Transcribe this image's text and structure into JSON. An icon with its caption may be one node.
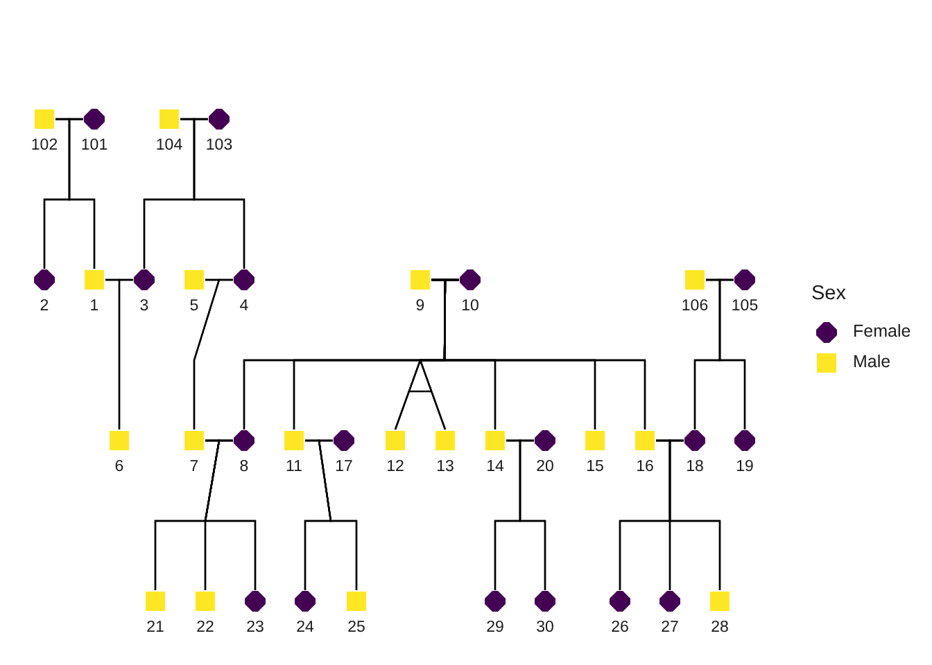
{
  "diagram": {
    "nodes": [
      {
        "text": [
          "102"
        ]
      },
      {
        "text": [
          "101"
        ]
      },
      {
        "text": [
          "104"
        ]
      },
      {
        "text": [
          "103"
        ]
      },
      {
        "text": [
          "2"
        ]
      },
      {
        "text": [
          "1"
        ]
      },
      {
        "text": [
          "3"
        ]
      },
      {
        "text": [
          "5"
        ]
      },
      {
        "text": [
          "4"
        ]
      },
      {
        "text": [
          "9"
        ]
      },
      {
        "text": [
          "10"
        ]
      },
      {
        "text": [
          "106"
        ]
      },
      {
        "text": [
          "105"
        ]
      },
      {
        "text": [
          "6"
        ]
      },
      {
        "text": [
          "7"
        ]
      },
      {
        "text": [
          "8"
        ]
      },
      {
        "text": [
          "11"
        ]
      },
      {
        "text": [
          "17"
        ]
      },
      {
        "text": [
          "12"
        ]
      },
      {
        "text": [
          "13"
        ]
      },
      {
        "text": [
          "14"
        ]
      },
      {
        "text": [
          "20"
        ]
      },
      {
        "text": [
          "15"
        ]
      },
      {
        "text": [
          "16"
        ]
      },
      {
        "text": [
          "18"
        ]
      },
      {
        "text": [
          "19"
        ]
      },
      {
        "text": [
          "21"
        ]
      },
      {
        "text": [
          "22"
        ]
      },
      {
        "text": [
          "23"
        ]
      },
      {
        "text": [
          "24"
        ]
      },
      {
        "text": [
          "25"
        ]
      },
      {
        "text": [
          "29"
        ]
      },
      {
        "text": [
          "30"
        ]
      },
      {
        "text": [
          "26"
        ]
      },
      {
        "text": [
          "27"
        ]
      },
      {
        "text": [
          "28"
        ]
      }
    ],
    "edges": [
      {
        "from": 0,
        "to": 1,
        "arrow": "none"
      },
      {
        "from": 2,
        "to": 3,
        "arrow": "none"
      },
      {
        "from": 5,
        "to": 6,
        "arrow": "none"
      },
      {
        "from": 7,
        "to": 8,
        "arrow": "none"
      },
      {
        "from": 9,
        "to": 10,
        "arrow": "none"
      },
      {
        "from": 11,
        "to": 12,
        "arrow": "none"
      },
      {
        "from": 14,
        "to": 15,
        "arrow": "none"
      },
      {
        "from": 16,
        "to": 17,
        "arrow": "none"
      },
      {
        "from": 20,
        "to": 21,
        "arrow": "none"
      },
      {
        "from": 23,
        "to": 24,
        "arrow": "none"
      },
      {
        "from": 0,
        "to": 4,
        "arrow": "none"
      },
      {
        "from": 1,
        "to": 4,
        "arrow": "none"
      },
      {
        "from": 0,
        "to": 5,
        "arrow": "none"
      },
      {
        "from": 1,
        "to": 5,
        "arrow": "none"
      },
      {
        "from": 2,
        "to": 6,
        "arrow": "none"
      },
      {
        "from": 3,
        "to": 6,
        "arrow": "none"
      },
      {
        "from": 2,
        "to": 8,
        "arrow": "none"
      },
      {
        "from": 3,
        "to": 8,
        "arrow": "none"
      },
      {
        "from": 5,
        "to": 13,
        "arrow": "none"
      },
      {
        "from": 6,
        "to": 13,
        "arrow": "none"
      },
      {
        "from": 7,
        "to": 14,
        "arrow": "none"
      },
      {
        "from": 8,
        "to": 14,
        "arrow": "none"
      },
      {
        "from": 9,
        "to": 15,
        "arrow": "none"
      },
      {
        "from": 10,
        "to": 15,
        "arrow": "none"
      },
      {
        "from": 9,
        "to": 16,
        "arrow": "none"
      },
      {
        "from": 10,
        "to": 16,
        "arrow": "none"
      },
      {
        "from": 9,
        "to": 18,
        "arrow": "none"
      },
      {
        "from": 10,
        "to": 18,
        "arrow": "none"
      },
      {
        "from": 9,
        "to": 19,
        "arrow": "none"
      },
      {
        "from": 10,
        "to": 19,
        "arrow": "none"
      },
      {
        "from": 9,
        "to": 20,
        "arrow": "none"
      },
      {
        "from": 10,
        "to": 20,
        "arrow": "none"
      },
      {
        "from": 9,
        "to": 22,
        "arrow": "none"
      },
      {
        "from": 10,
        "to": 22,
        "arrow": "none"
      },
      {
        "from": 9,
        "to": 23,
        "arrow": "none"
      },
      {
        "from": 10,
        "to": 23,
        "arrow": "none"
      },
      {
        "from": 11,
        "to": 24,
        "arrow": "none"
      },
      {
        "from": 12,
        "to": 24,
        "arrow": "none"
      },
      {
        "from": 11,
        "to": 25,
        "arrow": "none"
      },
      {
        "from": 12,
        "to": 25,
        "arrow": "none"
      },
      {
        "from": 14,
        "to": 26,
        "arrow": "none"
      },
      {
        "from": 15,
        "to": 26,
        "arrow": "none"
      },
      {
        "from": 14,
        "to": 27,
        "arrow": "none"
      },
      {
        "from": 15,
        "to": 27,
        "arrow": "none"
      },
      {
        "from": 14,
        "to": 28,
        "arrow": "none"
      },
      {
        "from": 15,
        "to": 28,
        "arrow": "none"
      },
      {
        "from": 16,
        "to": 29,
        "arrow": "none"
      },
      {
        "from": 17,
        "to": 29,
        "arrow": "none"
      },
      {
        "from": 16,
        "to": 30,
        "arrow": "none"
      },
      {
        "from": 17,
        "to": 30,
        "arrow": "none"
      },
      {
        "from": 20,
        "to": 31,
        "arrow": "none"
      },
      {
        "from": 21,
        "to": 31,
        "arrow": "none"
      },
      {
        "from": 20,
        "to": 32,
        "arrow": "none"
      },
      {
        "from": 21,
        "to": 32,
        "arrow": "none"
      },
      {
        "from": 23,
        "to": 33,
        "arrow": "none"
      },
      {
        "from": 24,
        "to": 33,
        "arrow": "none"
      },
      {
        "from": 23,
        "to": 34,
        "arrow": "none"
      },
      {
        "from": 24,
        "to": 34,
        "arrow": "none"
      },
      {
        "from": 23,
        "to": 35,
        "arrow": "none"
      },
      {
        "from": 24,
        "to": 35,
        "arrow": "none"
      }
    ],
    "labels": [
      "Sex"
    ],
    "legend": [
      {
        "text": "Female",
        "color": "#440154"
      },
      {
        "text": "Male",
        "color": "#fde725"
      }
    ]
  }
}
